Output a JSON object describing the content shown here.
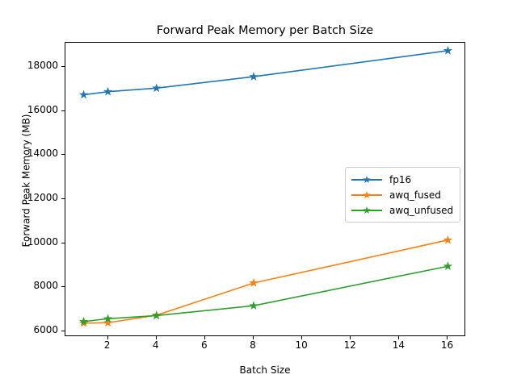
{
  "chart_data": {
    "type": "line",
    "title": "Forward Peak Memory per Batch Size",
    "xlabel": "Batch Size",
    "ylabel": "Forward Peak Memory (MB)",
    "x": [
      1,
      2,
      4,
      8,
      16
    ],
    "xlim": [
      0.25,
      16.75
    ],
    "ylim": [
      5750,
      19100
    ],
    "xticks": [
      2,
      4,
      6,
      8,
      10,
      12,
      14,
      16
    ],
    "xticklabels": [
      "2",
      "4",
      "6",
      "8",
      "10",
      "12",
      "14",
      "16"
    ],
    "yticks": [
      6000,
      8000,
      10000,
      12000,
      14000,
      16000,
      18000
    ],
    "yticklabels": [
      "6000",
      "8000",
      "10000",
      "12000",
      "14000",
      "16000",
      "18000"
    ],
    "grid": false,
    "legend_position": "center right",
    "marker": "star",
    "series": [
      {
        "name": "fp16",
        "color": "#1f77b4",
        "values": [
          16740,
          16880,
          17040,
          17560,
          18740
        ]
      },
      {
        "name": "awq_fused",
        "color": "#ff7f0e",
        "values": [
          6380,
          6400,
          6740,
          8200,
          10150
        ]
      },
      {
        "name": "awq_unfused",
        "color": "#2ca02c",
        "values": [
          6450,
          6580,
          6720,
          7170,
          8960
        ]
      }
    ]
  }
}
